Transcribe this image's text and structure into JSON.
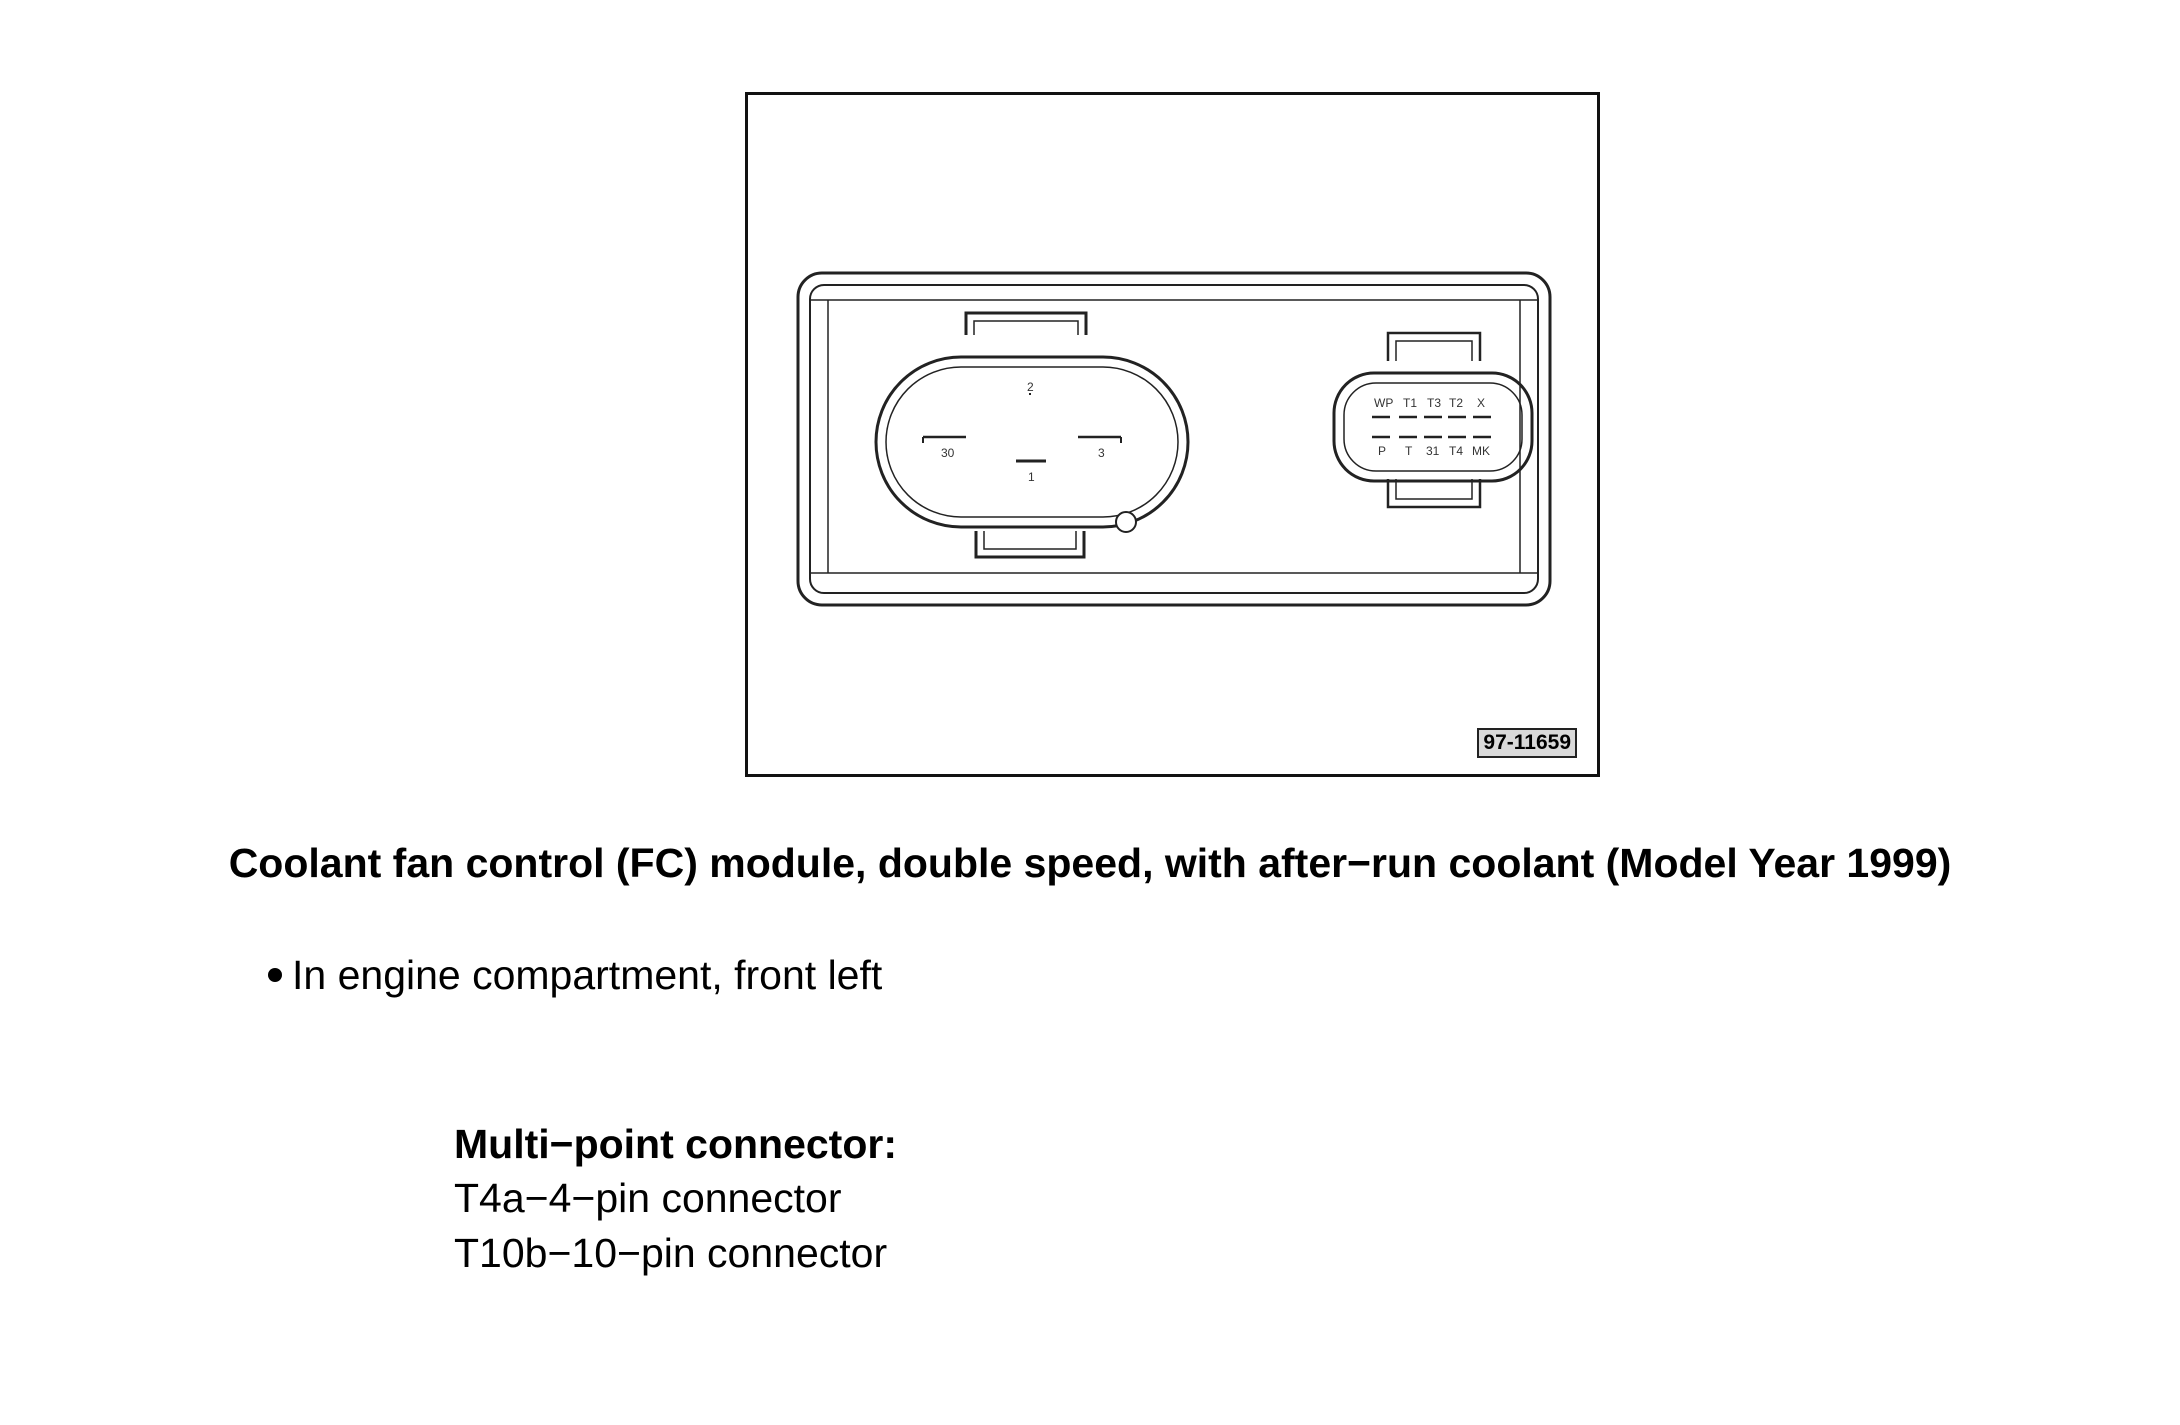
{
  "figure": {
    "reference_id": "97-11659",
    "pin_labels_4pin": [
      "2",
      "30",
      "3",
      "1"
    ],
    "pin_labels_10pin_top": [
      "WP",
      "T1",
      "T3",
      "T2",
      "X"
    ],
    "pin_labels_10pin_bottom": [
      "P",
      "T",
      "31",
      "T4",
      "MK"
    ]
  },
  "caption": "Coolant fan control (FC) module, double speed, with after−run coolant (Model Year 1999)",
  "location": {
    "text": "In engine compartment, front left"
  },
  "connectors": {
    "heading": "Multi−point connector:",
    "items": [
      "T4a−4−pin connector",
      "T10b−10−pin connector"
    ]
  }
}
